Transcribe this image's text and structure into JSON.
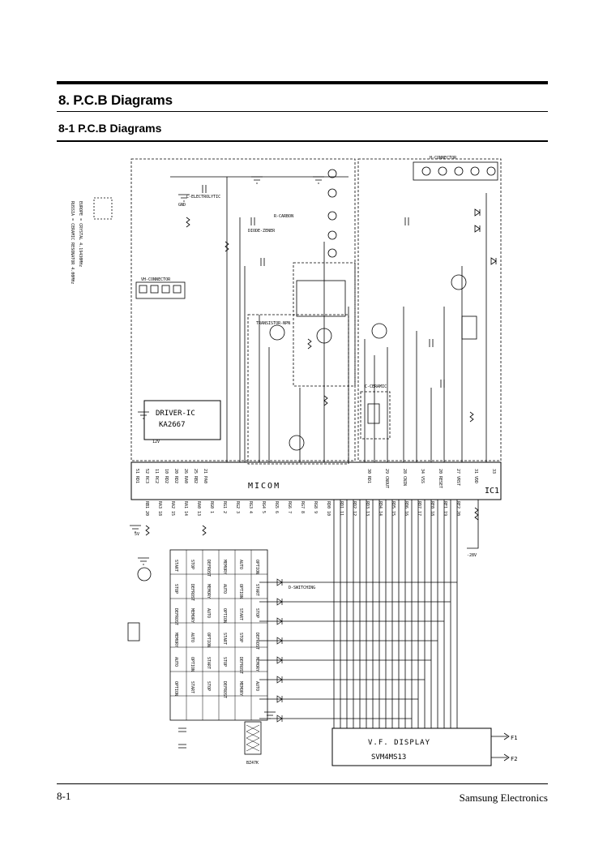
{
  "page": {
    "section_title": "8. P.C.B Diagrams",
    "subsection_title": "8-1 P.C.B Diagrams",
    "footer_page": "8-1",
    "footer_brand": "Samsung Electronics"
  },
  "schematic": {
    "micom_label": "MICOM",
    "ic1_label": "IC1",
    "driver_ic": "DRIVER-IC",
    "driver_part": "KA2667",
    "vf_display": "V.F. DISPLAY",
    "vf_part": "SVM4MS13",
    "h_connector": "H-CONNECTOR",
    "vh_connector": "VH-CONNECTOR",
    "micom_pins_left": [
      "51 RD1",
      "52 RC3",
      "11 RC2",
      "10 RD2",
      "20 RD2",
      "26 RA0",
      "25 RB2",
      "21 PA0"
    ],
    "micom_pins_right": [
      "30 RD1",
      "29 CNOUT",
      "28 CNIN",
      "34 VSS",
      "20 RESET",
      "27 VRST",
      "31 VDD",
      "33"
    ],
    "micom_pins_bottom": [
      "RB1 20",
      "RA3 18",
      "RA2 15",
      "RA1 14",
      "RA0 13",
      "RG0 1",
      "RG1 2",
      "RG2 3",
      "RG3 4",
      "RG4 5",
      "RG5 6",
      "RG6 7",
      "RG7 8",
      "RG8 9",
      "RD0 10",
      "RD1 11",
      "RD2 12",
      "RD3 13",
      "RD4 14",
      "RD5 15",
      "RD6 16",
      "RD7 17",
      "RE0 18",
      "RE1 19",
      "RE2 20"
    ],
    "key_labels": [
      "START",
      "STOP",
      "DEFROST",
      "MEMORY",
      "AUTO",
      "OPTION"
    ],
    "switching_label": "D-SWITCHING",
    "r_carbon": "R-CARBON",
    "c_ceramic": "C-CERAMIC",
    "c_electrolytic": "C-ELECTROLYTIC",
    "diode_zener": "DIODE-ZENER",
    "transistor": "TRANSISTOR-NPN",
    "gnd": "GND",
    "f1": "F1",
    "f2": "F2",
    "bz": "BZ47K",
    "v5": "5V",
    "v12": "12V",
    "vneg": "-28V",
    "legend_note": "RUSSIA  = CERAMIC RESONATOR  4.00MHz",
    "legend_note2": "EUROPE  = CRYSTAL  4.19430MHz"
  }
}
